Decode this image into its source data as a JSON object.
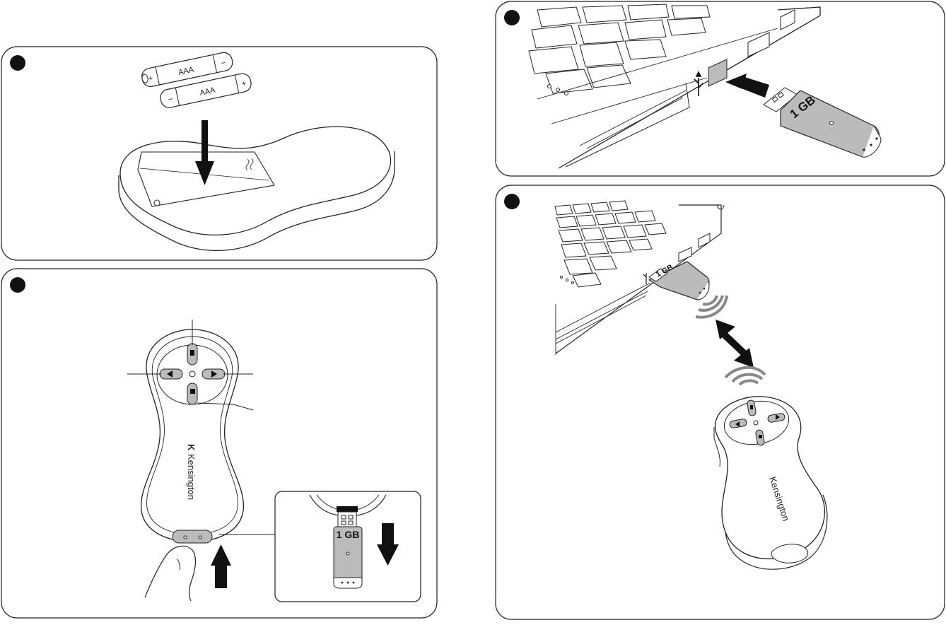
{
  "step1": {
    "battery_a": {
      "label": "AAA",
      "plus": "+",
      "minus": "−"
    },
    "battery_b": {
      "label": "AAA",
      "plus": "+",
      "minus": "−"
    }
  },
  "step2": {
    "brand": "Kensington",
    "receiver_capacity": "1 GB"
  },
  "step3": {
    "receiver_capacity": "1 GB"
  },
  "step4": {
    "receiver_capacity": "1 GB",
    "brand": "Kensington"
  },
  "icons": [
    "usb-icon",
    "kensington-logo-icon",
    "arrow-down-icon",
    "arrow-up-icon",
    "arrow-right-icon",
    "double-arrow-icon",
    "wireless-signal-icon"
  ]
}
